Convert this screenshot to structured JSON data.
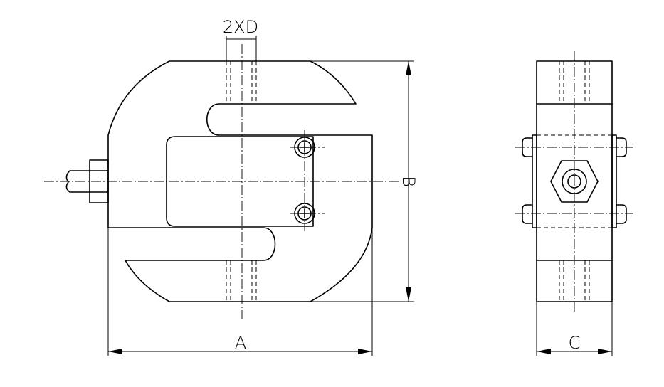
{
  "dimensions": {
    "hole_spec": "2XD",
    "width_a": "A",
    "height_b": "B",
    "depth_c": "C"
  },
  "colors": {
    "line": "#000000",
    "background": "#ffffff"
  }
}
